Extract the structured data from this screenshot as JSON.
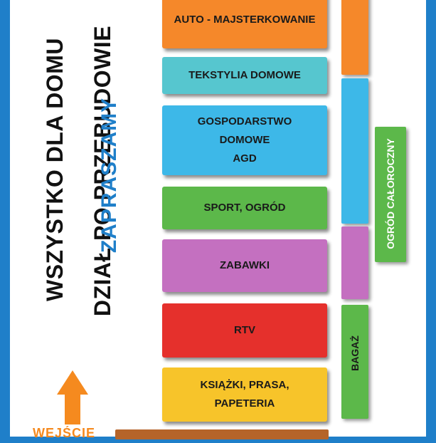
{
  "heading": {
    "line1": "WSZYSTKO DLA DOMU",
    "line2": "DZIAŁ PO PRZEBUDOWIE",
    "line3": "ZAPRASZAMY"
  },
  "departments": [
    {
      "label": "AUTO - MAJSTERKOWANIE",
      "color": "#f5882a"
    },
    {
      "label": "TEKSTYLIA DOMOWE",
      "color": "#56c6cf"
    },
    {
      "label": "GOSPODARSTWO\nDOMOWE\nAGD",
      "color": "#3db8e8"
    },
    {
      "label": "SPORT, OGRÓD",
      "color": "#5cb84a"
    },
    {
      "label": "ZABAWKI",
      "color": "#c470c0"
    },
    {
      "label": "RTV",
      "color": "#e5302c"
    },
    {
      "label": "KSIĄŻKI, PRASA,\nPAPETERIA",
      "color": "#f7c42a"
    }
  ],
  "side": {
    "garden": "OGRÓD CAŁOROCZNY",
    "garden_color": "#5cb84a",
    "luggage": "BAGAŻ",
    "luggage_color": "#5cb84a"
  },
  "shelf_colors": {
    "orange": "#f5882a",
    "blue": "#3db8e8",
    "pink": "#c470c0",
    "green": "#5cb84a"
  },
  "entrance": "WEJŚCIE",
  "colors": {
    "frame": "#1f7fc9",
    "arrow": "#f58a1f"
  }
}
